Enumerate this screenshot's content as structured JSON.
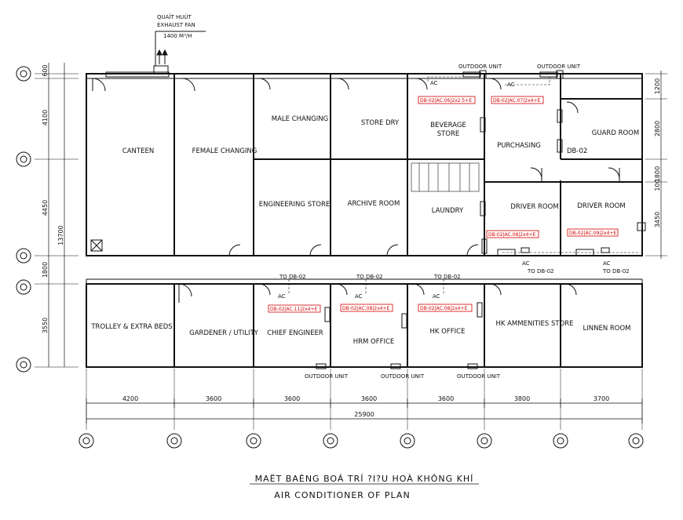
{
  "header": {
    "fan_label_vi": "QUAÏT HUÙT",
    "fan_label_en": "EXHAUST FAN",
    "fan_capacity": "1400 M³/H"
  },
  "rooms": {
    "canteen": "CANTEEN",
    "female_changing": "FEMALE CHANGING",
    "male_changing": "MALE CHANGING",
    "store_dry": "STORE DRY",
    "beverage_1": "BEVERAGE",
    "beverage_2": "STORE",
    "purchasing": "PURCHASING",
    "guard_room": "GUARD ROOM",
    "engineering_store": "ENGINEERING STORE",
    "archive_room": "ARCHIVE ROOM",
    "laundry": "LAUNDRY",
    "driver_room_1": "DRIVER ROOM",
    "driver_room_2": "DRIVER ROOM",
    "trolley": "TROLLEY & EXTRA BEDS",
    "gardener": "GARDENER / UTILITY",
    "chief_engineer": "CHIEF ENGINEER",
    "hrm_office": "HRM OFFICE",
    "hk_office": "HK OFFICE",
    "hk_amenities": "HK AMMENITIES STORE",
    "linnen_room": "LINNEN ROOM"
  },
  "equipment": {
    "outdoor_unit": "OUTDOOR UNIT",
    "db_02": "DB-02",
    "to_db_02": "TO DB-02",
    "ac": "AC",
    "tag_beverage": "DB-02|AC.06|2x2.5+E",
    "tag_purchasing": "DB-02|AC.07|2x4+E",
    "tag_driver1": "DB-02|AC.08|2x4+E",
    "tag_driver2": "DB-02|AC.09|2x4+E",
    "tag_chief": "DB-02|AC.11|2x4+E",
    "tag_hrm": "DB-02|AC.08|2x4+E",
    "tag_hk": "DB-02|AC.08|2x4+E"
  },
  "dimensions": {
    "bottom": [
      "4200",
      "3600",
      "3600",
      "3600",
      "3600",
      "3800",
      "3700"
    ],
    "total": "25900",
    "left": [
      "600",
      "4100",
      "4450",
      "13700",
      "1800",
      "3550"
    ],
    "right": [
      "1200",
      "2800",
      "1800",
      "100",
      "3450"
    ]
  },
  "footer": {
    "title_vi": "MAËT BAÈNG BOÁ TRÍ  ?I?U HOÀ KHÔNG KHÍ",
    "title_en": "AIR CONDITIONER OF  PLAN"
  }
}
